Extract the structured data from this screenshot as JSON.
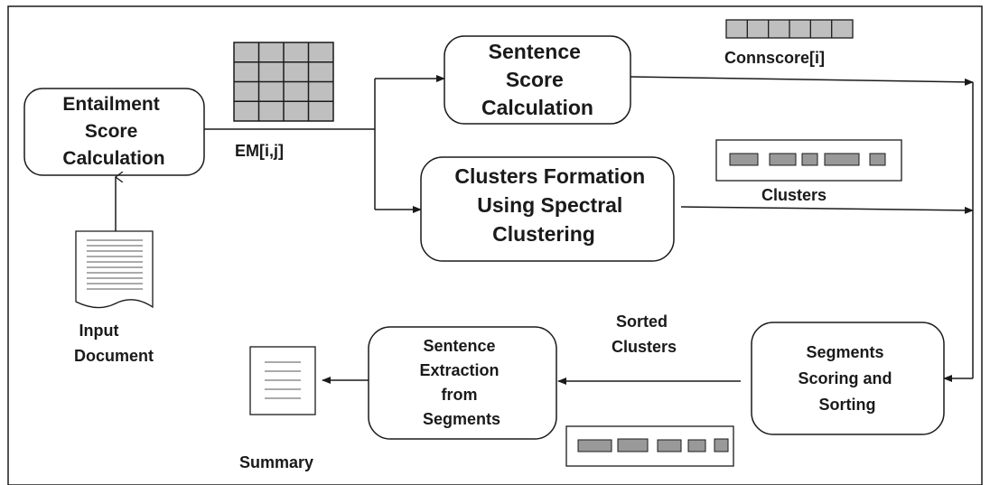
{
  "nodes": {
    "entailment": [
      "Entailment",
      "Score",
      "Calculation"
    ],
    "sentence_score": [
      "Sentence",
      "Score",
      "Calculation"
    ],
    "clusters_formation": [
      "Clusters Formation",
      "Using Spectral",
      "Clustering"
    ],
    "segments_scoring": [
      "Segments",
      "Scoring  and",
      "Sorting"
    ],
    "sentence_extraction": [
      "Sentence",
      "Extraction",
      "from",
      "Segments"
    ]
  },
  "labels": {
    "em": "EM[i,j]",
    "connscore": "Connscore[i]",
    "clusters": "Clusters",
    "sorted_clusters": [
      "Sorted",
      "Clusters"
    ],
    "input_document": [
      "Input",
      "Document"
    ],
    "summary": "Summary"
  },
  "colors": {
    "cell_fill": "#bfbfbf",
    "bar_fill": "#999999",
    "stroke": "#1a1a1a"
  },
  "icons": {
    "matrix": "matrix-grid-icon",
    "vector": "array-cells-icon",
    "document": "document-icon"
  }
}
